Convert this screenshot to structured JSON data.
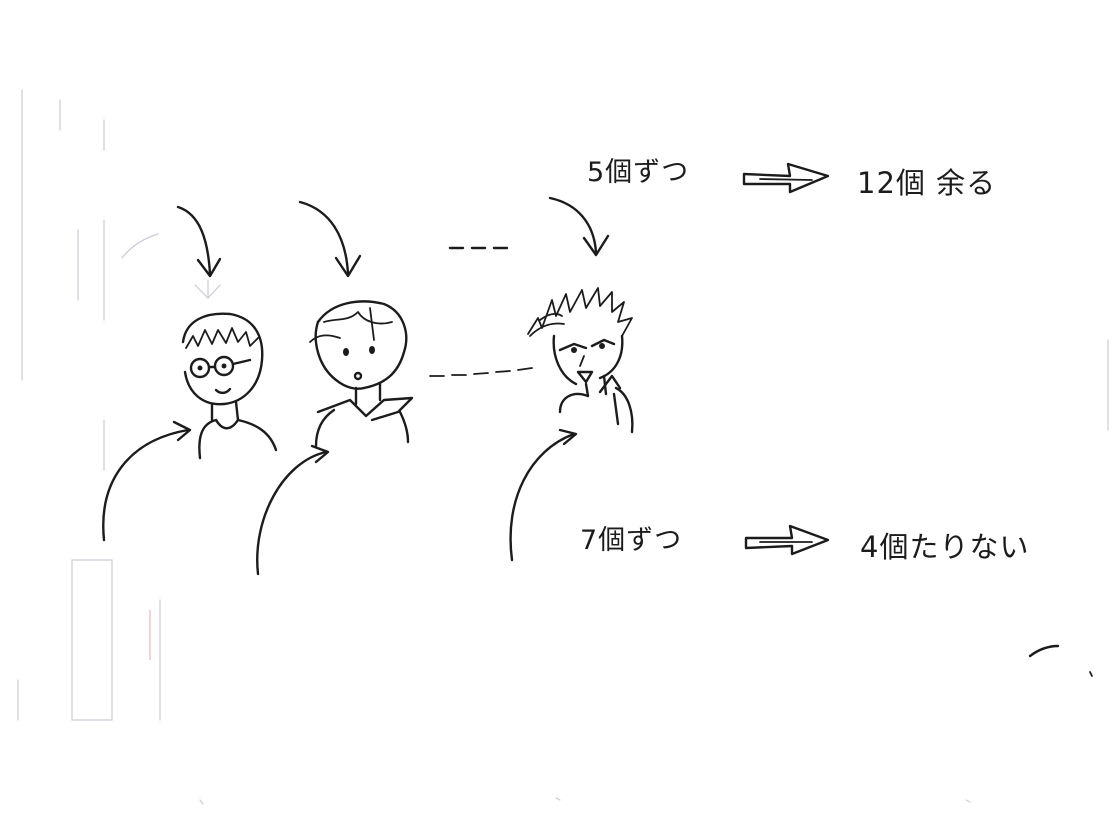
{
  "line1": {
    "quantity": "5個ずつ",
    "result": "12個 余る"
  },
  "line2": {
    "quantity": "7個ずつ",
    "result": "4個たりない"
  },
  "arrow_icon": "double-right-arrow-icon",
  "colors": {
    "ink": "#1c1c1c",
    "paper": "#ffffff",
    "faint_scan": "#c9ccd6"
  }
}
